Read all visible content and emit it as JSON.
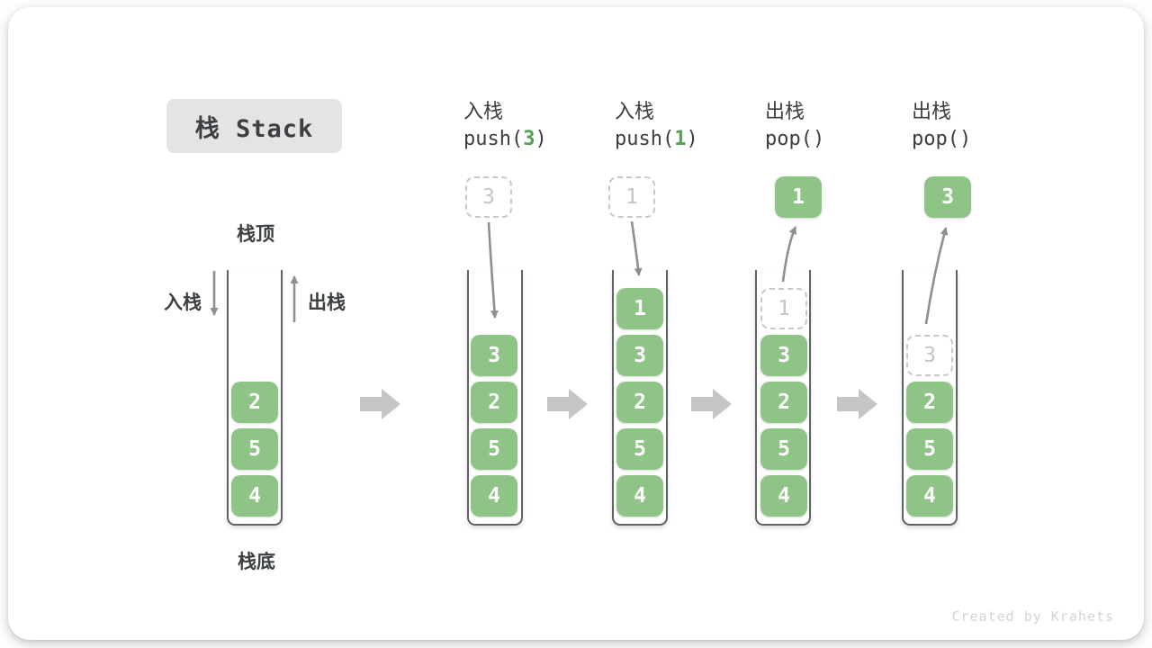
{
  "title": "栈 Stack",
  "stack_labels": {
    "top": "栈顶",
    "bottom": "栈底",
    "push_side": "入栈",
    "pop_side": "出栈"
  },
  "watermark": "Created by Krahets",
  "colors": {
    "element_green": "#8ec587",
    "code_arg_green": "#55a054",
    "text_dark": "#3c4043",
    "ghost_gray": "#c8c8c8",
    "thin_arrow_gray": "#8b9095",
    "block_arrow_gray": "#c4c6c6",
    "title_badge_bg": "#e4e4e4"
  },
  "steps": [
    {
      "name": "initial",
      "elements": [
        "2",
        "5",
        "4"
      ]
    },
    {
      "name": "push-3",
      "label": "入栈",
      "code_pre": "push(",
      "arg": "3",
      "code_post": ")",
      "floating": "3",
      "elements": [
        "3",
        "2",
        "5",
        "4"
      ]
    },
    {
      "name": "push-1",
      "label": "入栈",
      "code_pre": "push(",
      "arg": "1",
      "code_post": ")",
      "floating": "1",
      "elements": [
        "1",
        "3",
        "2",
        "5",
        "4"
      ]
    },
    {
      "name": "pop-1",
      "label": "出栈",
      "code_pre": "pop(",
      "arg": "",
      "code_post": ")",
      "floating": "1",
      "ghost": "1",
      "elements": [
        "3",
        "2",
        "5",
        "4"
      ]
    },
    {
      "name": "pop-3",
      "label": "出栈",
      "code_pre": "pop(",
      "arg": "",
      "code_post": ")",
      "floating": "3",
      "ghost": "3",
      "elements": [
        "2",
        "5",
        "4"
      ]
    }
  ]
}
